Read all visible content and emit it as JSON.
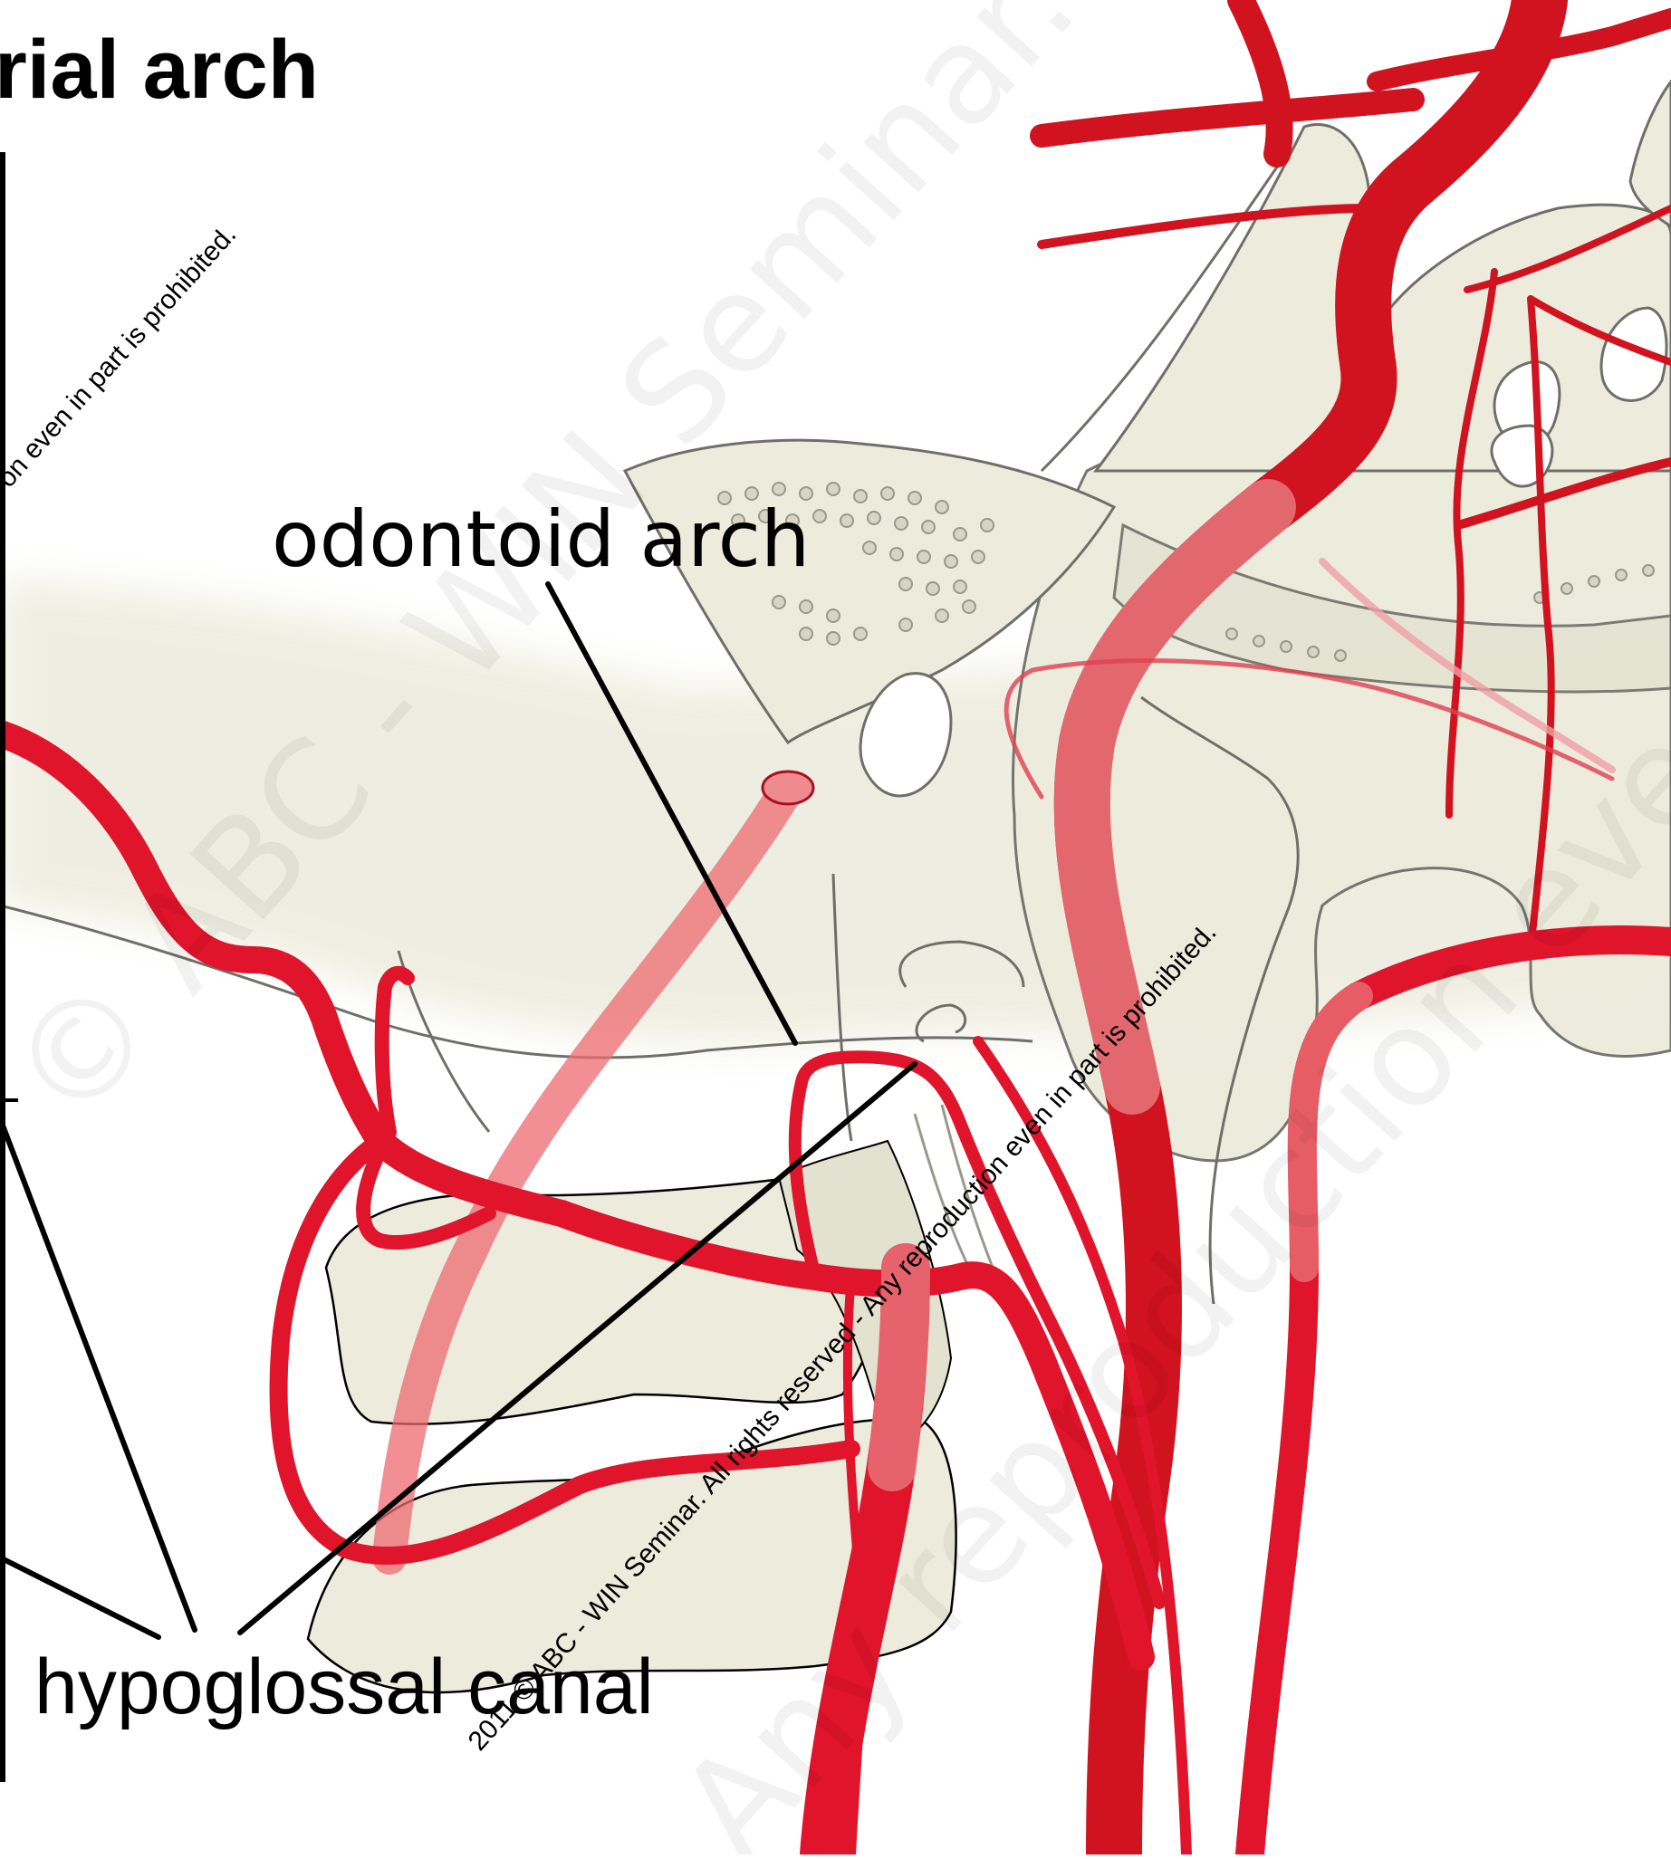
{
  "title": "rial arch",
  "labels": {
    "odontoid": "odontoid arch",
    "hypoglossal": "hypoglossal canal"
  },
  "watermarks": {
    "notice_top": "on even in part is prohibited.",
    "notice_diag": "2011 © ABC - WIN Seminar.  All rights reserved - Any reproduction even in part is prohibited."
  },
  "colors": {
    "bone": "#ecebdc",
    "bone_outline": "#6f6f6a",
    "artery": "#e0142a",
    "artery_dark": "#c8101f",
    "artery_light": "#ee6a70",
    "leader": "#000000"
  }
}
